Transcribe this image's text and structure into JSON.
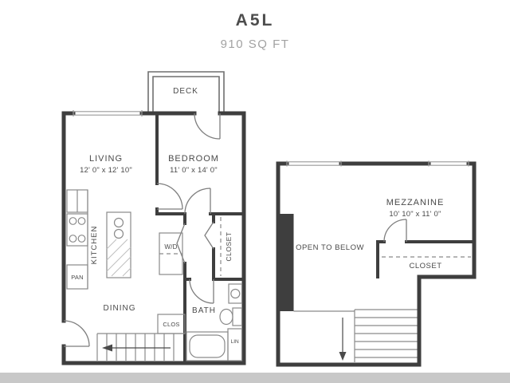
{
  "header": {
    "title": "A5L",
    "subtitle": "910 SQ FT"
  },
  "main_floor": {
    "deck_label": "DECK",
    "living_label": "LIVING",
    "living_dims": "12' 0\" x 12' 10\"",
    "bedroom_label": "BEDROOM",
    "bedroom_dims": "11' 0\" x 14' 0\"",
    "kitchen_label": "KITCHEN",
    "pantry_label": "PAN",
    "dining_label": "DINING",
    "washer_dryer_label": "W/D",
    "closet_label": "CLOSET",
    "bath_label": "BATH",
    "clos_label": "CLOS",
    "linen_label": "LIN"
  },
  "mezzanine_floor": {
    "mezzanine_label": "MEZZANINE",
    "mezzanine_dims": "10' 10\" x 11' 0\"",
    "open_to_below_label": "OPEN TO BELOW",
    "closet_label": "CLOSET"
  },
  "colors": {
    "wall": "#3e3e3e",
    "label_text": "#4a4a4a",
    "subtitle_text": "#a2a2a2",
    "bottom_bar": "#c8c8c8",
    "background": "#ffffff"
  }
}
